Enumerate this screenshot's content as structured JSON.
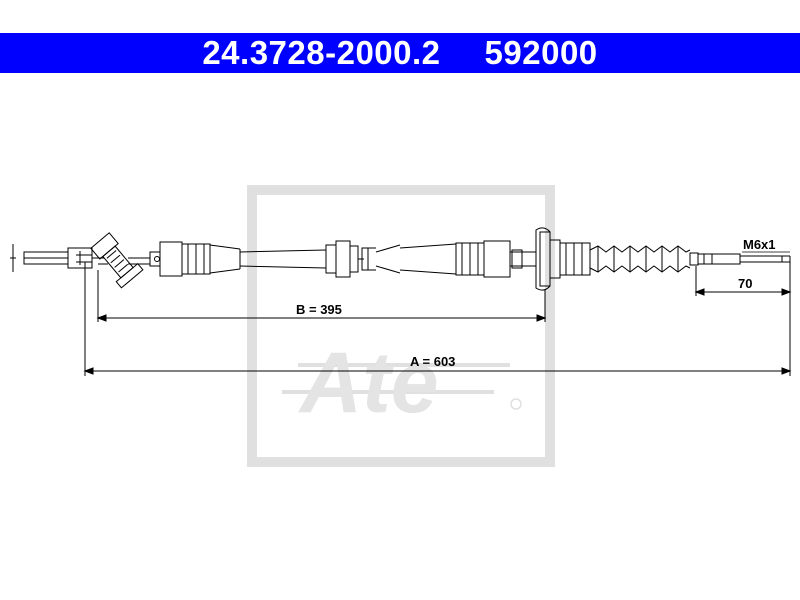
{
  "header": {
    "part_number": "24.3728-2000.2",
    "ref_number": "592000"
  },
  "dimensions": {
    "a_label": "A = 603",
    "b_label": "B = 395",
    "thread_label": "M6x1",
    "end_length_label": "70"
  },
  "watermark": {
    "logo_text": "Ate"
  },
  "colors": {
    "header_bg": "#0000ff",
    "header_text": "#ffffff",
    "line": "#000000",
    "watermark": "#e2e2e2"
  }
}
